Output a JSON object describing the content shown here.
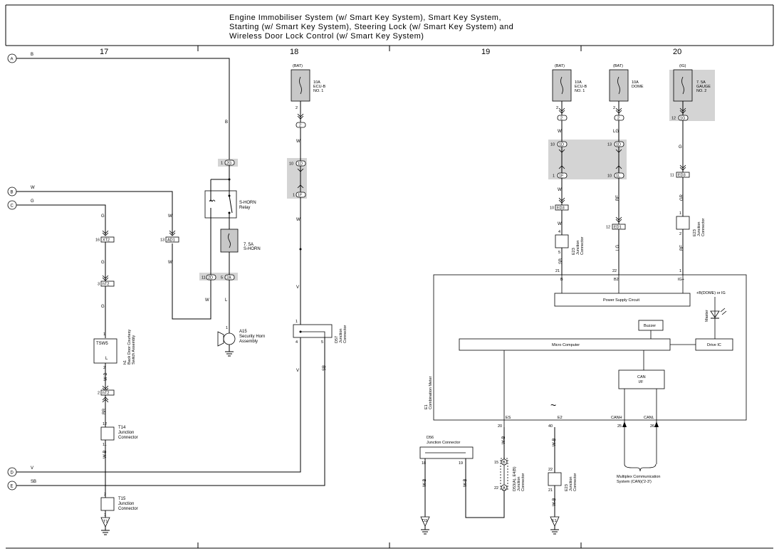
{
  "title": {
    "line1": "Engine Immobiliser System (w/ Smart Key System),  Smart Key System,",
    "line2": "Starting (w/ Smart Key System),  Steering Lock (w/ Smart Key System) and",
    "line3": "Wireless Door Lock Control (w/ Smart Key System)"
  },
  "sections": [
    "17",
    "18",
    "19",
    "20"
  ],
  "connectors_left": [
    "A",
    "B",
    "C",
    "D",
    "E"
  ],
  "wire_colors": {
    "a": "B",
    "b": "W",
    "c": "G",
    "d": "V",
    "e": "SB",
    "w_b": "W-B",
    "br": "BR",
    "lg": "LG",
    "be": "BE",
    "gr": "GR",
    "l": "L"
  },
  "power": {
    "bat": "(BAT)",
    "ig": "(IG)",
    "fuse_ecub": "10A\nECU-B\nNO. 1",
    "fuse_ecub_line1": "10A",
    "fuse_ecub_line2": "ECU-B",
    "fuse_ecub_line3": "NO. 1",
    "fuse_dome_line1": "10A",
    "fuse_dome_line2": "DOME",
    "fuse_gauge_line1": "7. 5A",
    "fuse_gauge_line2": "GAUGE",
    "fuse_gauge_line3": "NO. 2",
    "fuse_shorn_line1": "7. 5A",
    "fuse_shorn_line2": "S-HORN"
  },
  "components": {
    "shorn_relay_line1": "S-HORN",
    "shorn_relay_line2": "Relay",
    "a15_id": "A15",
    "a15_line1": "Security Horn",
    "a15_line2": "Assembly",
    "h1_id": "h1",
    "h1_line1": "Back Door Courtesy",
    "h1_line2": "Switch Assembly",
    "tsw5": "TSW5",
    "l_pin": "L",
    "t14_id": "T14",
    "t14_line1": "Junction",
    "t14_line2": "Connector",
    "t15_id": "T15",
    "t15_line1": "Junction",
    "t15_line2": "Connector",
    "d57_id": "D57",
    "d57_line1": "Junction",
    "d57_line2": "Connector",
    "d56_id": "D56",
    "d56_line1": "Junction Connector",
    "d53_id": "D53(A), E4(B)",
    "d53_line1": "Junction",
    "d53_line2": "Connector",
    "e23_id": "E23",
    "e23_line1": "Junction",
    "e23_line2": "Connector",
    "e1_id": "E1",
    "e1_line1": "Combination Meter",
    "power_supply": "Power Supply Circuit",
    "micro": "Micro Computer",
    "buzzer": "Buzzer",
    "drive_ic": "Drive IC",
    "can_if_line1": "CAN",
    "can_if_line2": "I/F",
    "master": "Master",
    "dome_ig": "+B(DOME) or IG",
    "multiplex_line1": "Multiplex Communication",
    "multiplex_line2": "System (CAN)(′2-3′)"
  },
  "pins": {
    "b": "B",
    "b2": "B2",
    "igp": "IG+",
    "es": "ES",
    "e2": "E2",
    "canh": "CANH",
    "canl": "CANL"
  },
  "grounds": [
    "T1",
    "D3",
    "E1"
  ],
  "tilde": "~"
}
